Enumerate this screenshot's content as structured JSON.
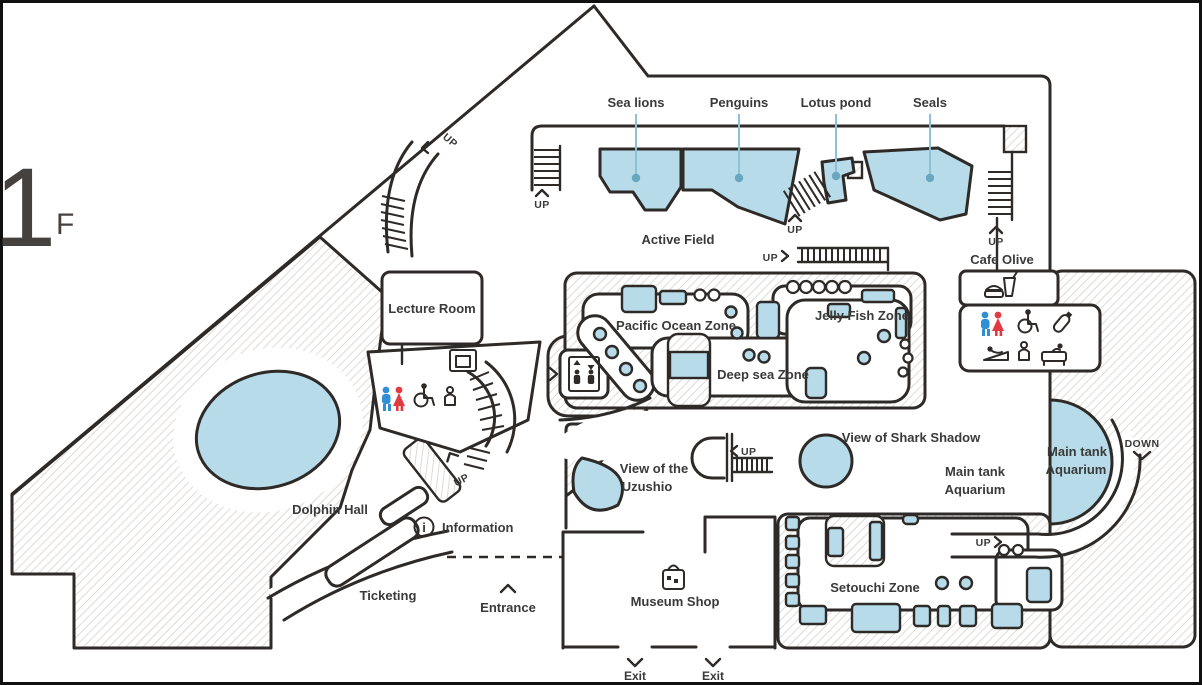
{
  "floor": {
    "number": "1",
    "suffix": "F"
  },
  "pool_labels": {
    "sea_lions": "Sea lions",
    "penguins": "Penguins",
    "lotus_pond": "Lotus pond",
    "seals": "Seals"
  },
  "zones": {
    "active_field": "Active Field",
    "cafe_olive": "Cafe Olive",
    "lecture_room": "Lecture Room",
    "pacific_ocean": "Pacific Ocean Zone",
    "jelly_fish": "Jelly Fish Zone",
    "deep_sea": "Deep sea Zone",
    "dolphin_hall": "Dolphin Hall",
    "information": "Information",
    "ticketing": "Ticketing",
    "entrance": "Entrance",
    "museum_shop": "Museum Shop",
    "uzushio_line1": "View of the",
    "uzushio_line2": "Uzushio",
    "shark_shadow": "View of Shark Shadow",
    "main_tank_line1": "Main tank",
    "main_tank_line2": "Aquarium",
    "setouchi": "Setouchi Zone",
    "exit": "Exit"
  },
  "markers": {
    "up": "UP",
    "down": "DOWN"
  },
  "icons": {
    "information_glyph": "i"
  },
  "colors": {
    "wall": "#2d2a28",
    "pool": "#b7dbe9",
    "hatch-line": "#d8d5d1",
    "leader": "#8fc1d6",
    "dot": "#69a7c0",
    "text": "#3a3a3a",
    "men": "#2e8fd5",
    "women": "#e23a41"
  }
}
